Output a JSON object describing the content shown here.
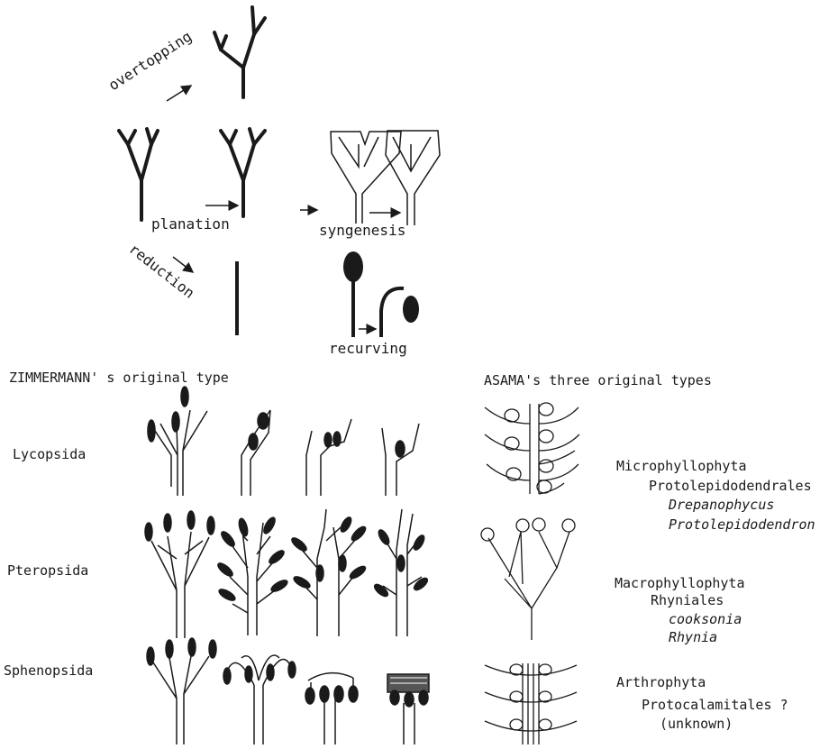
{
  "processes": {
    "overtopping": "overtopping",
    "planation": "planation",
    "reduction": "reduction",
    "syngenesis": "syngenesis",
    "recurving": "recurving"
  },
  "headers": {
    "zimmermann": "ZIMMERMANN' s original type",
    "asama": "ASAMA's three original types"
  },
  "rows": [
    {
      "name": "Lycopsida",
      "phylum": "Microphyllophyta",
      "order": "Protolepidodendrales",
      "genera": [
        "Drepanophycus",
        "Protolepidodendron"
      ]
    },
    {
      "name": "Pteropsida",
      "phylum": "Macrophyllophyta",
      "order": "Rhyniales",
      "genera": [
        "cooksonia",
        "Rhynia"
      ]
    },
    {
      "name": "Sphenopsida",
      "phylum": "Arthrophyta",
      "order": "Protocalamitales ?",
      "note": "(unknown)"
    }
  ]
}
